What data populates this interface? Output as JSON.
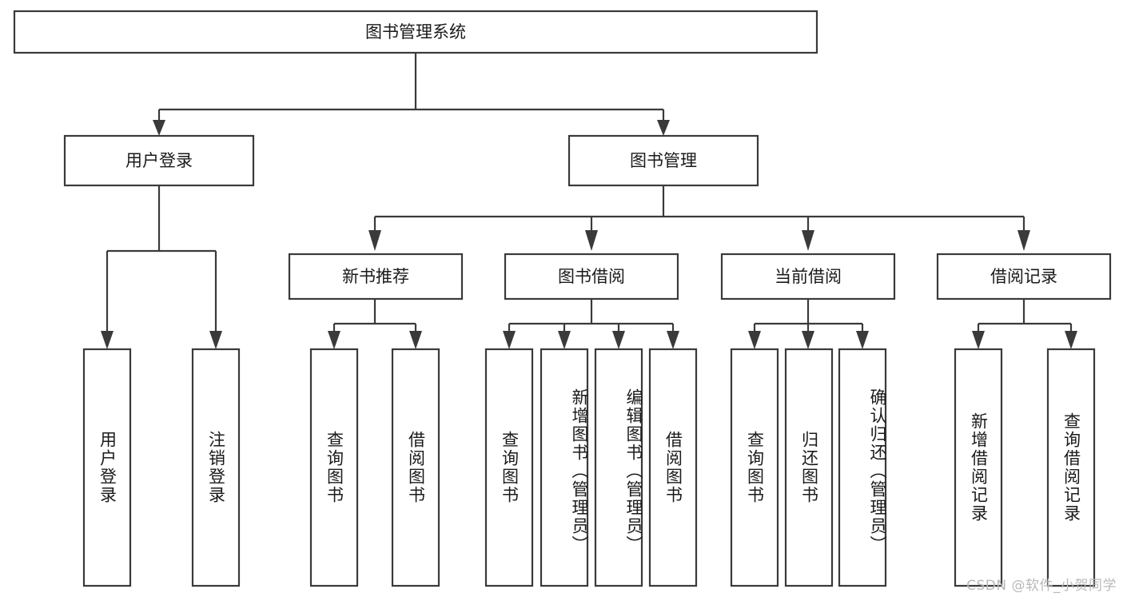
{
  "diagram": {
    "title": "图书管理系统",
    "type": "tree-hierarchy-chart",
    "background_color": "#ffffff",
    "line_color": "#3a3a3a",
    "text_color": "#1a1a1a",
    "root": {
      "label": "图书管理系统"
    },
    "level2": [
      {
        "label": "用户登录"
      },
      {
        "label": "图书管理"
      }
    ],
    "level3": [
      {
        "label": "新书推荐"
      },
      {
        "label": "图书借阅"
      },
      {
        "label": "当前借阅"
      },
      {
        "label": "借阅记录"
      }
    ],
    "leaves": {
      "user_login": [
        {
          "label": "用户登录"
        },
        {
          "label": "注销登录"
        }
      ],
      "new_book_recommend": [
        {
          "label": "查询图书"
        },
        {
          "label": "借阅图书"
        }
      ],
      "book_borrow": [
        {
          "label": "查询图书"
        },
        {
          "label": "新增图书（管理员）"
        },
        {
          "label": "编辑图书（管理员）"
        },
        {
          "label": "借阅图书"
        }
      ],
      "current_borrow": [
        {
          "label": "查询图书"
        },
        {
          "label": "归还图书"
        },
        {
          "label": "确认归还（管理员）"
        }
      ],
      "borrow_record": [
        {
          "label": "新增借阅记录"
        },
        {
          "label": "查询借阅记录"
        }
      ]
    }
  },
  "watermark": {
    "text": "CSDN @软件_小贺同学"
  }
}
